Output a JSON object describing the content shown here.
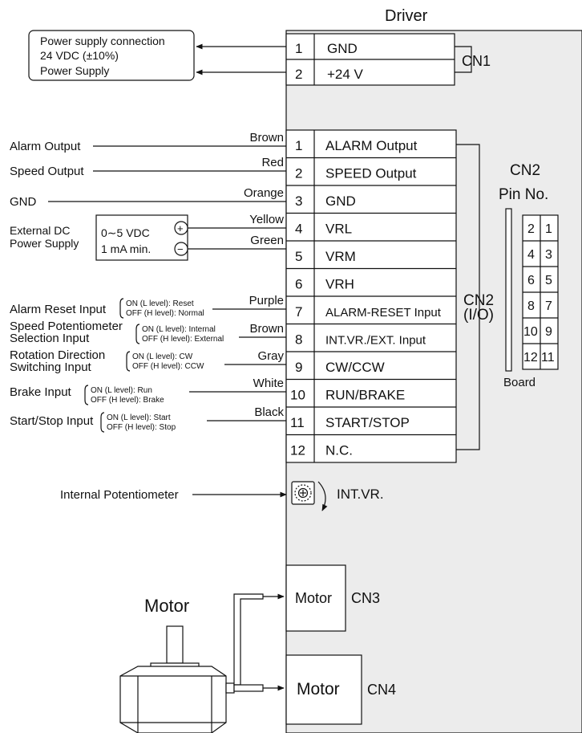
{
  "driver": {
    "title": "Driver",
    "cn1": {
      "label": "CN1",
      "rows": [
        {
          "pin": "1",
          "name": "GND"
        },
        {
          "pin": "2",
          "name": "+24 V"
        }
      ]
    },
    "cn2": {
      "label_line1": "CN2",
      "label_line2": "(I/O)",
      "rows": [
        {
          "pin": "1",
          "name": "ALARM Output"
        },
        {
          "pin": "2",
          "name": "SPEED Output"
        },
        {
          "pin": "3",
          "name": "GND"
        },
        {
          "pin": "4",
          "name": "VRL"
        },
        {
          "pin": "5",
          "name": "VRM"
        },
        {
          "pin": "6",
          "name": "VRH"
        },
        {
          "pin": "7",
          "name": "ALARM-RESET Input"
        },
        {
          "pin": "8",
          "name": "INT.VR./EXT. Input"
        },
        {
          "pin": "9",
          "name": "CW/CCW"
        },
        {
          "pin": "10",
          "name": "RUN/BRAKE"
        },
        {
          "pin": "11",
          "name": "START/STOP"
        },
        {
          "pin": "12",
          "name": "N.C."
        }
      ]
    },
    "pin_diagram": {
      "title_line1": "CN2",
      "title_line2": "Pin No.",
      "board_label": "Board",
      "rows": [
        [
          "2",
          "1"
        ],
        [
          "4",
          "3"
        ],
        [
          "6",
          "5"
        ],
        [
          "8",
          "7"
        ],
        [
          "10",
          "9"
        ],
        [
          "12",
          "11"
        ]
      ]
    },
    "int_vr_label": "INT.VR.",
    "cn3": {
      "box_label": "Motor",
      "label": "CN3"
    },
    "cn4": {
      "box_label": "Motor",
      "label": "CN4"
    }
  },
  "power_supply": {
    "line1": "Power supply connection",
    "line2": "24 VDC (±10%)",
    "line3": "Power Supply"
  },
  "wires": [
    {
      "label": "Alarm Output",
      "color": "Brown"
    },
    {
      "label": "Speed Output",
      "color": "Red"
    },
    {
      "label": "GND",
      "color": "Orange"
    },
    {
      "label": "",
      "color": "Yellow"
    },
    {
      "label": "",
      "color": "Green"
    },
    {
      "label": "",
      "color": ""
    },
    {
      "label": "Alarm Reset Input",
      "color": "Purple"
    },
    {
      "label": "Speed Potentiometer",
      "label2": "Selection Input",
      "color": "Brown"
    },
    {
      "label": "Rotation Direction",
      "label2": "Switching Input",
      "color": "Gray"
    },
    {
      "label": "Brake Input",
      "color": "White"
    },
    {
      "label": "Start/Stop Input",
      "color": "Black"
    }
  ],
  "switch_states": {
    "alarm_reset": [
      "ON (L level): Reset",
      "OFF (H level): Normal"
    ],
    "speed_pot": [
      "ON (L level): Internal",
      "OFF (H level): External"
    ],
    "rotation": [
      "ON (L level): CW",
      "OFF (H level): CCW"
    ],
    "brake": [
      "ON (L level): Run",
      "OFF (H level): Brake"
    ],
    "start_stop": [
      "ON (L level): Start",
      "OFF (H level): Stop"
    ]
  },
  "external_dc": {
    "label_line1": "External DC",
    "label_line2": "Power Supply",
    "box_line1": "0∼5 VDC",
    "box_line2": "1 mA min.",
    "plus": "+",
    "minus": "−"
  },
  "internal_potentiometer": "Internal Potentiometer",
  "motor_label": "Motor"
}
